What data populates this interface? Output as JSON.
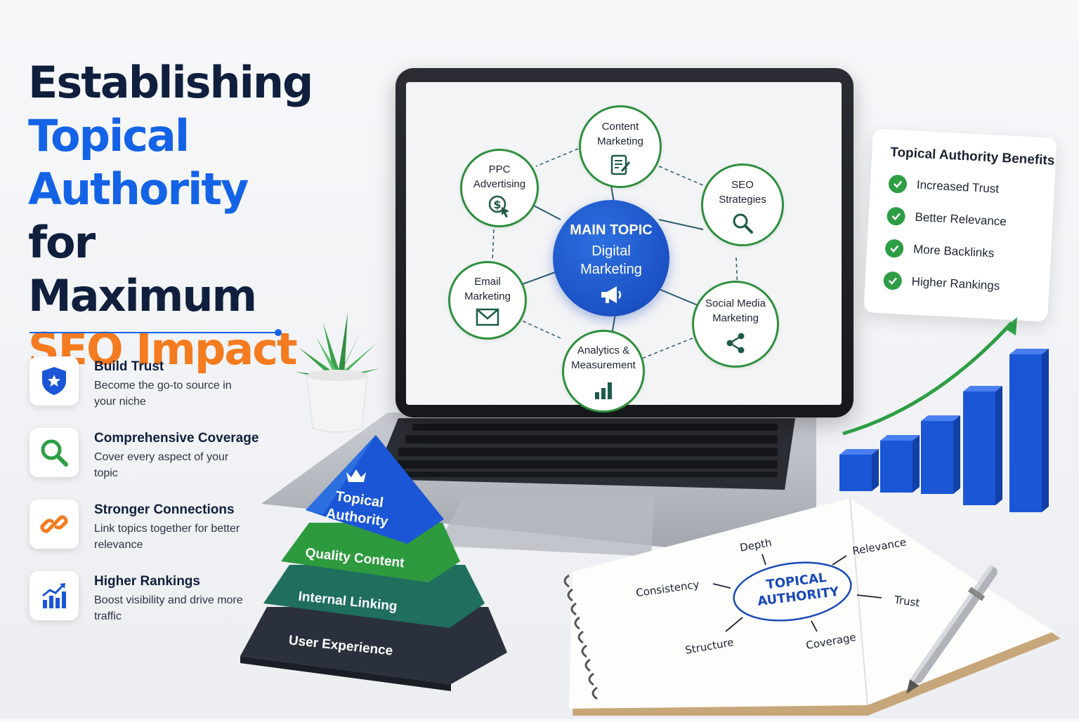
{
  "title": {
    "line1": "Establishing",
    "line2": "Topical",
    "line3": "Authority",
    "line4": "for Maximum",
    "line5": "SEO Impact"
  },
  "features": [
    {
      "heading": "Build Trust",
      "desc": "Become the go-to source in your niche",
      "icon": "shield-star-icon"
    },
    {
      "heading": "Comprehensive Coverage",
      "desc": "Cover every aspect of your topic",
      "icon": "search-icon"
    },
    {
      "heading": "Stronger Connections",
      "desc": "Link topics together for better relevance",
      "icon": "link-icon"
    },
    {
      "heading": "Higher Rankings",
      "desc": "Boost visibility and drive more traffic",
      "icon": "trending-chart-icon"
    }
  ],
  "mindmap": {
    "center_main": "MAIN TOPIC",
    "center_sub1": "Digital",
    "center_sub2": "Marketing",
    "nodes": [
      {
        "line1": "Content",
        "line2": "Marketing",
        "icon": "document-pen-icon"
      },
      {
        "line1": "SEO",
        "line2": "Strategies",
        "icon": "magnifier-icon"
      },
      {
        "line1": "Social Media",
        "line2": "Marketing",
        "icon": "share-icon"
      },
      {
        "line1": "Analytics &",
        "line2": "Measurement",
        "icon": "bar-chart-icon"
      },
      {
        "line1": "Email",
        "line2": "Marketing",
        "icon": "envelope-icon"
      },
      {
        "line1": "PPC",
        "line2": "Advertising",
        "icon": "dollar-cursor-icon"
      }
    ]
  },
  "benefits": {
    "title": "Topical Authority Benefits",
    "items": [
      "Increased Trust",
      "Better Relevance",
      "More Backlinks",
      "Higher Rankings"
    ]
  },
  "pyramid": {
    "top_line1": "Topical",
    "top_line2": "Authority",
    "layer2": "Quality Content",
    "layer3": "Internal Linking",
    "layer4": "User Experience"
  },
  "notebook": {
    "center_line1": "TOPICAL",
    "center_line2": "AUTHORITY",
    "depth": "Depth",
    "relevance": "Relevance",
    "consistency": "Consistency",
    "trust": "Trust",
    "structure": "Structure",
    "coverage": "Coverage"
  },
  "colors": {
    "navy": "#0f1f3d",
    "blue": "#1463e6",
    "orange": "#f47b20",
    "green": "#2e8f3e"
  }
}
